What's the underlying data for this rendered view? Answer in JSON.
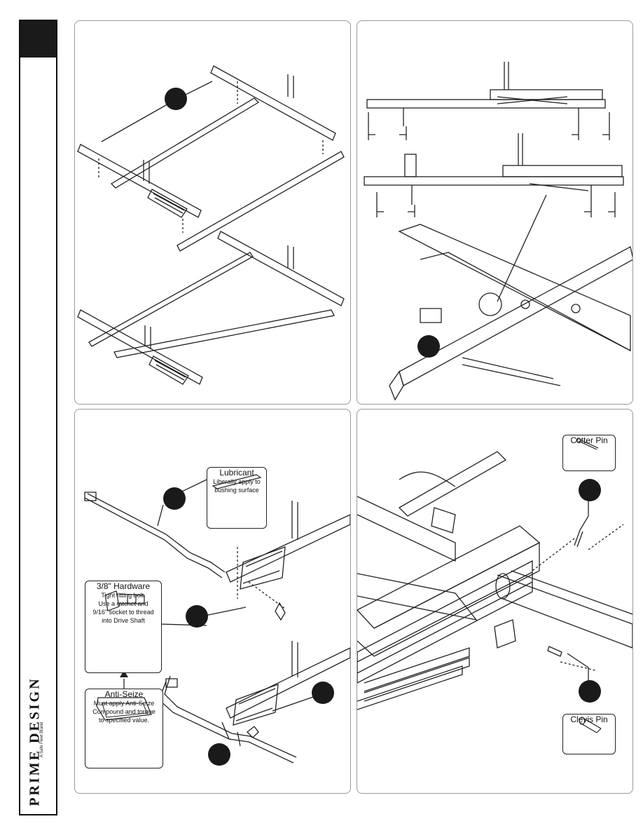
{
  "brand": {
    "name": "PRIME DESIGN",
    "tagline": "A Safe Fleet Brand"
  },
  "panel3": {
    "lubricant": {
      "title": "Lubricant",
      "desc_line1": "Liberally apply to",
      "desc_line2": "bushing surface"
    },
    "hardware": {
      "title": "3/8\" Hardware",
      "line1": "Tight fitting bolt.",
      "line2": "Use a ratchet and",
      "line3": "9/16\" socket to thread",
      "line4": "into Drive Shaft"
    },
    "antiseize": {
      "title": "Anti-Seize",
      "line1": "Must apply Anti-Seize",
      "line2": "Compound and torque",
      "line3": "to specified value."
    }
  },
  "panel4": {
    "cotter_pin": {
      "title": "Cotter Pin"
    },
    "clevis_pin": {
      "title": "Clevis Pin"
    }
  },
  "colors": {
    "marker": "#1a1a1a",
    "line": "#222222",
    "panel_border": "#9a9a9a"
  },
  "icons": [
    "step-marker-icon",
    "cotter-pin-icon",
    "clevis-pin-icon",
    "lubricant-tube-icon",
    "bolt-icon",
    "antiseize-tube-icon"
  ]
}
